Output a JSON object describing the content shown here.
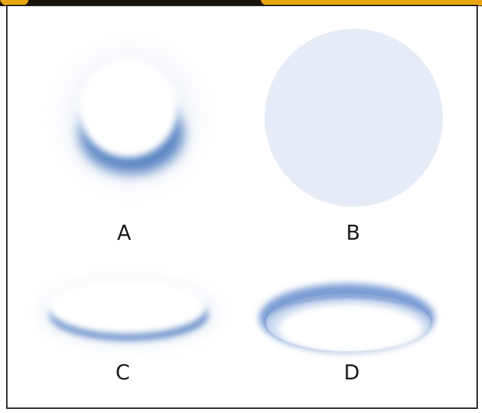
{
  "panels": [
    {
      "id": "A",
      "label": "A"
    },
    {
      "id": "B",
      "label": "B"
    },
    {
      "id": "C",
      "label": "C"
    },
    {
      "id": "D",
      "label": "D"
    }
  ],
  "colors": {
    "shadow_blue": "#5b86c4",
    "fill_light": "#e6ecf7",
    "frame": "#1e1e1e",
    "accent_gold": "#e8a50f"
  }
}
